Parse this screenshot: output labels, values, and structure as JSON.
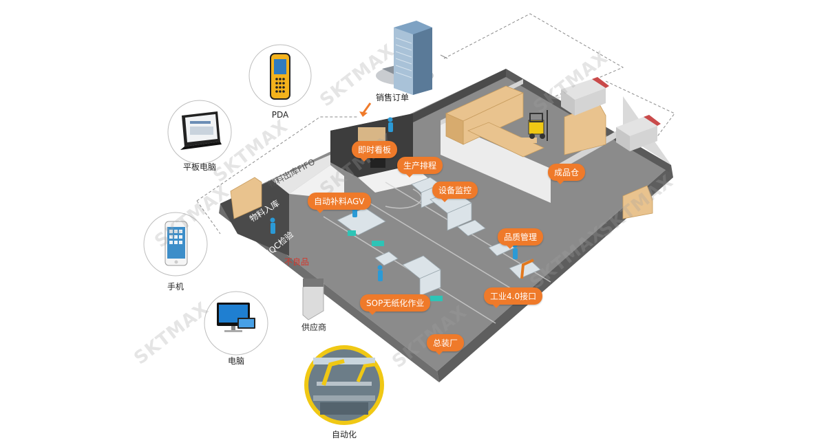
{
  "devices": {
    "pda": "PDA",
    "tablet": "平板电脑",
    "phone": "手机",
    "computer": "电脑",
    "automation": "自动化"
  },
  "building_label": "销售订单",
  "supplier_label": "供应商",
  "flow": {
    "fifo": "物料出库FIFO",
    "inbound": "物料入库",
    "iqc": "IQC检验",
    "defect": "不良品"
  },
  "callouts": {
    "kanban": "即时看板",
    "scheduling": "生产排程",
    "agv": "自动补料AGV",
    "monitor": "设备监控",
    "warehouse": "成品仓",
    "quality": "品质管理",
    "industry40": "工业4.0接口",
    "sop": "SOP无纸化作业",
    "assembly": "总装厂"
  },
  "watermark": "SKTMAX",
  "colors": {
    "accent": "#ef7a2a",
    "floor": "#8b8b8b",
    "wall": "#e8e8e8",
    "wall_dark": "#4a4a4a",
    "box": "#e9c38e",
    "machine": "#dbe3e8",
    "worker": "#2b9ad6"
  }
}
